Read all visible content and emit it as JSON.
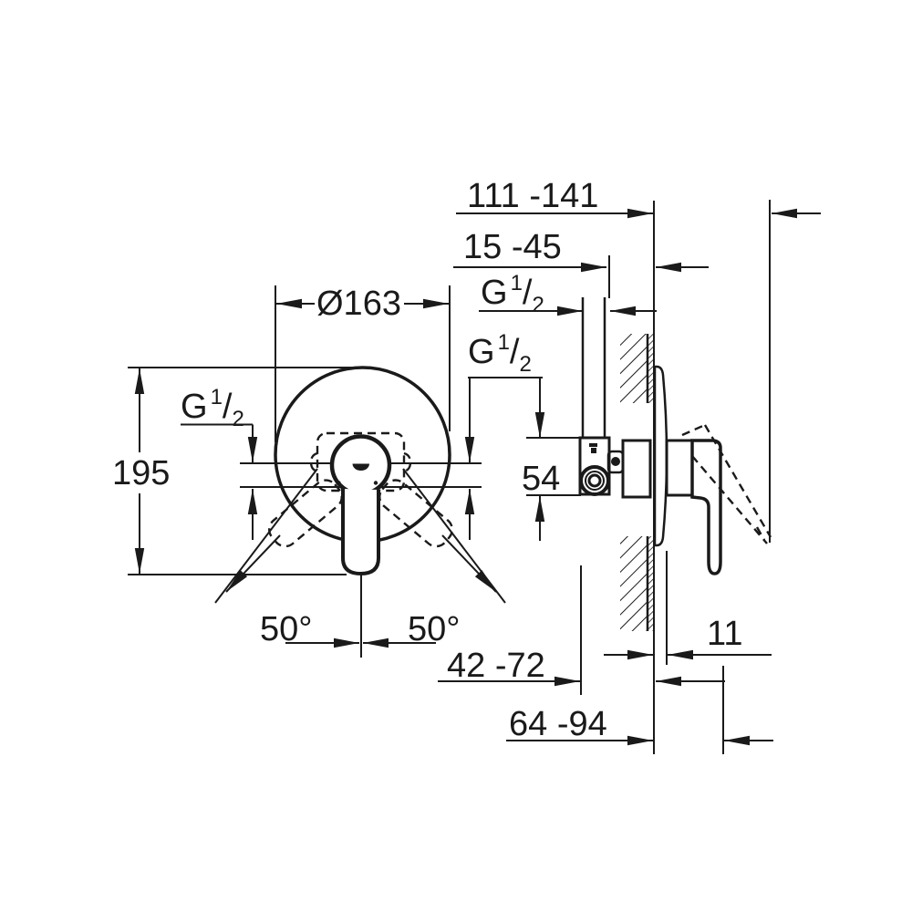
{
  "labels": {
    "wall_to_lever_tip": "111 -141",
    "concealment_depth": "15 -45",
    "plate_diameter": "Ø163",
    "plate_height": "195",
    "body_height": "54",
    "swing_left": "50°",
    "swing_right": "50°",
    "body_depth": "42 -72",
    "wall_to_lever": "64 -94",
    "plate_thickness": "11"
  },
  "thread_label": {
    "g": "G",
    "numerator": "1",
    "slash": "/",
    "denominator": "2"
  },
  "colors": {
    "ink": "#1a1a1a",
    "background": "#ffffff"
  }
}
